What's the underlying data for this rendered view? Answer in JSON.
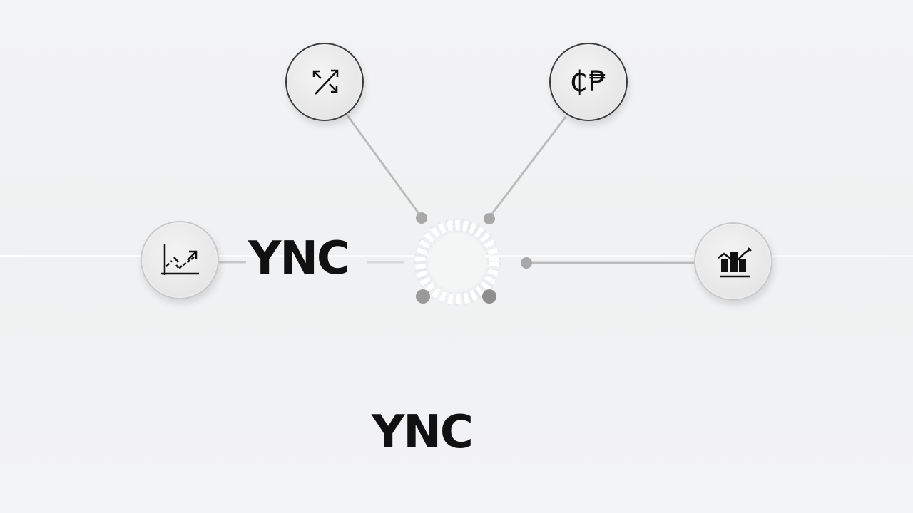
{
  "diagram": {
    "type": "hub-and-spoke",
    "background": "#f1f2f3",
    "hub": {
      "shape": "dashed-ring",
      "color": "#ffffff",
      "connector_dot_color": "#a9a9a9"
    },
    "nodes": [
      {
        "id": "top-left",
        "icon": "exchange-arrows-icon",
        "ring": "dark"
      },
      {
        "id": "top-right",
        "icon": "crypto-currency-icon",
        "glyph": "₵₱",
        "ring": "dark"
      },
      {
        "id": "left",
        "icon": "line-chart-trend-icon",
        "ring": "light"
      },
      {
        "id": "right",
        "icon": "bar-chart-trend-icon",
        "ring": "light"
      }
    ],
    "edge_color": "#b8b8b8",
    "labels": {
      "middle": "YNC",
      "bottom": "YNC"
    }
  }
}
